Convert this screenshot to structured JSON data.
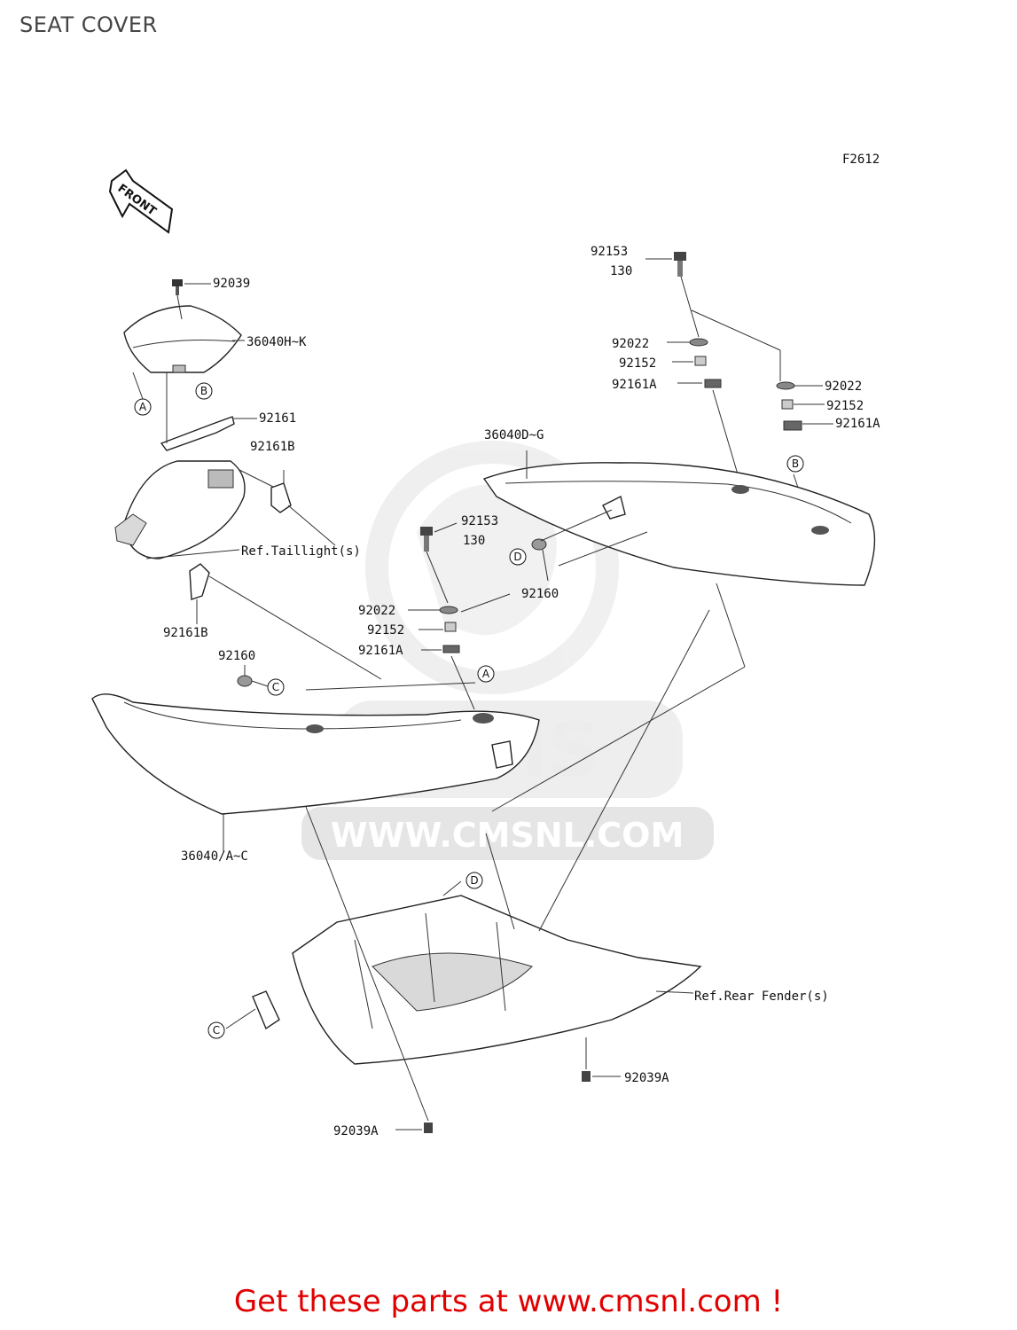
{
  "page": {
    "title": "SEAT COVER"
  },
  "diagram": {
    "figure_code": "F2612",
    "front_label": "FRONT",
    "watermark": {
      "logo_text": "CMS",
      "url_text": "WWW.CMSNL.COM"
    },
    "labels": {
      "p92039": "92039",
      "p36040HK": "36040H~K",
      "p92161": "92161",
      "p92161B_top": "92161B",
      "ref_taillight": "Ref.Taillight(s)",
      "p92161B_bottom": "92161B",
      "p92160_left": "92160",
      "p36040AC": "36040/A~C",
      "p92153_top": "92153",
      "p130_top": "130",
      "p92022_right_a": "92022",
      "p92152_right_a": "92152",
      "p92161A_right_a": "92161A",
      "p92022_right_b": "92022",
      "p92152_right_b": "92152",
      "p92161A_right_b": "92161A",
      "p36040DG": "36040D~G",
      "p92153_mid": "92153",
      "p130_mid": "130",
      "p92160_mid": "92160",
      "p92022_mid": "92022",
      "p92152_mid": "92152",
      "p92161A_mid": "92161A",
      "ref_rear_fender": "Ref.Rear Fender(s)",
      "p92039A_right": "92039A",
      "p92039A_bottom": "92039A"
    },
    "markers": {
      "A1": "A",
      "B1": "B",
      "B2": "B",
      "D1": "D",
      "C1": "C",
      "A2": "A",
      "D2": "D",
      "C2": "C"
    }
  },
  "footer": {
    "link_text": "Get these parts at www.cmsnl.com !"
  }
}
